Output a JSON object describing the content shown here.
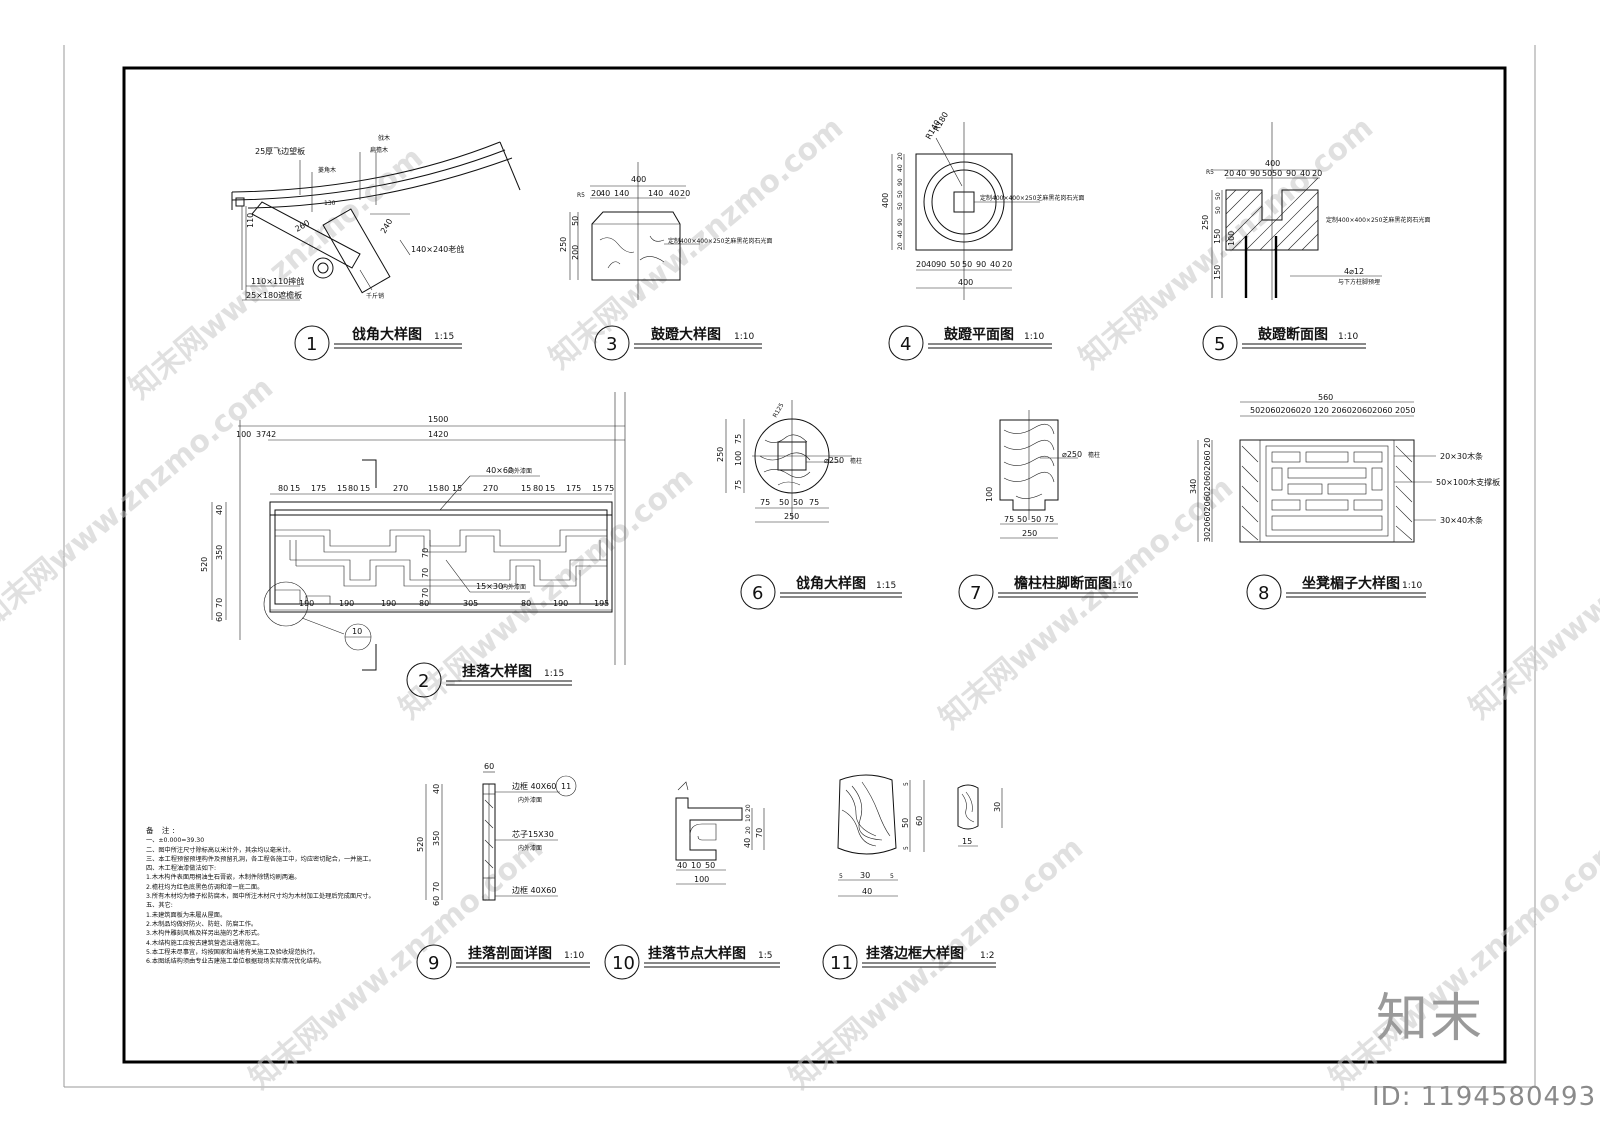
{
  "watermark": "知末网www.znzmo.com",
  "brand": "知末",
  "image_id": "ID: 1194580493",
  "details": [
    {
      "no": "1",
      "title": "戗角大样图",
      "scale": "1:15"
    },
    {
      "no": "3",
      "title": "鼓蹬大样图",
      "scale": "1:10"
    },
    {
      "no": "4",
      "title": "鼓蹬平面图",
      "scale": "1:10"
    },
    {
      "no": "5",
      "title": "鼓蹬断面图",
      "scale": "1:10"
    },
    {
      "no": "2",
      "title": "挂落大样图",
      "scale": "1:15"
    },
    {
      "no": "6",
      "title": "戗角大样图",
      "scale": "1:15"
    },
    {
      "no": "7",
      "title": "檐柱柱脚断面图",
      "scale": "1:10"
    },
    {
      "no": "8",
      "title": "坐凳楣子大样图",
      "scale": "1:10"
    },
    {
      "no": "9",
      "title": "挂落剖面详图",
      "scale": "1:10"
    },
    {
      "no": "10",
      "title": "挂落节点大样图",
      "scale": "1:5"
    },
    {
      "no": "11",
      "title": "挂落边框大样图",
      "scale": "1:2"
    }
  ],
  "d1": {
    "labels": [
      "25厚飞边望板",
      "菱角木",
      "扁檐木",
      "戗木",
      "110",
      "260",
      "130",
      "240",
      "140×240老戗",
      "110×110摔戗",
      "25×180遮檐板",
      "千斤销"
    ]
  },
  "d3": {
    "dims_top": [
      "400",
      "20",
      "40",
      "140",
      "140",
      "40",
      "20"
    ],
    "r": "R5",
    "dims_left": [
      "250",
      "50",
      "200"
    ],
    "note": "定制400×400×250芝麻黑花岗石光面"
  },
  "d4": {
    "r1": "R180",
    "r2": "R140",
    "dims_left": [
      "400",
      "20",
      "40",
      "90",
      "50",
      "50",
      "90",
      "40",
      "20"
    ],
    "dims_bottom": [
      "20",
      "40",
      "90",
      "50",
      "50",
      "90",
      "40",
      "20"
    ],
    "overall": "400",
    "note": "定制400×400×250芝麻黑花岗石光面"
  },
  "d5": {
    "dims_top": [
      "400",
      "R5",
      "20",
      "40",
      "90",
      "50",
      "50",
      "90",
      "40",
      "20"
    ],
    "dims_left": [
      "250",
      "50",
      "50",
      "150",
      "100",
      "150"
    ],
    "note": "定制400×400×250芝麻黑花岗石光面",
    "rebar": "4⌀12",
    "rebar_note": "与下方柱脚预埋"
  },
  "d2": {
    "overall": "1500",
    "inner": "1420",
    "left_dims": [
      "100",
      "37",
      "42"
    ],
    "top_dims": [
      "80",
      "15",
      "175",
      "15",
      "80",
      "15",
      "270",
      "15",
      "80",
      "15",
      "270",
      "15",
      "80",
      "15",
      "175",
      "15",
      "75"
    ],
    "height_dims": [
      "520",
      "40",
      "350",
      "60",
      "70"
    ],
    "inner_h": [
      "70",
      "70",
      "70"
    ],
    "bottom_dims": [
      "190",
      "190",
      "190",
      "80",
      "305",
      "80",
      "190",
      "195"
    ],
    "lbl_top": "40×60",
    "lbl_top_note": "内外漆面",
    "lbl_mid": "15×30",
    "lbl_mid_note": "内外漆面",
    "callout": "10"
  },
  "d6": {
    "r": "R125",
    "dims_left": [
      "250",
      "75",
      "100",
      "75"
    ],
    "dims_bottom": [
      "75",
      "50",
      "50",
      "75",
      "250"
    ],
    "note": "⌀250",
    "note2": "檐柱"
  },
  "d7": {
    "note": "⌀250",
    "note2": "檐柱",
    "dim_left": "100",
    "dims_bottom": [
      "75",
      "50",
      "50",
      "75",
      "250"
    ]
  },
  "d8": {
    "overall": "560",
    "top_dims": "502060206020 120 206020602060 2050",
    "height": "340",
    "left_dims": "302060206020602060 20",
    "labels": [
      "20×30木条",
      "50×100木支撑板",
      "30×40木条"
    ]
  },
  "d9": {
    "top": "60",
    "dims_left": [
      "520",
      "40",
      "350",
      "60",
      "70"
    ],
    "labels": [
      "边框 40X60",
      "内外漆面",
      "芯子15X30",
      "内外漆面",
      "边框 40X60"
    ],
    "callout": "11"
  },
  "d10": {
    "dims_bottom": [
      "40",
      "10",
      "50",
      "100"
    ],
    "dims_right": [
      "20",
      "10",
      "20",
      "70",
      "40"
    ]
  },
  "d11": {
    "dims_right": [
      "5",
      "50",
      "60",
      "5"
    ],
    "dims_bottom": [
      "5",
      "30",
      "5",
      "40"
    ],
    "small_right": "30",
    "small_bottom": "15"
  },
  "notes": {
    "title": "备  注:",
    "lines": [
      "一、±0.000=39.30",
      "二、图中所注尺寸除标高以米计外，其余均以毫米计。",
      "三、本工程预留预埋构件及预留孔洞，各工程各施工中，均应密切配合，一并施工。",
      "四、木工程油漆做法如下:",
      "1.木木构件表面用桐油生石膏嵌，木制件除锈均刷两遍。",
      "2.檐柱均为红色底黑色仿调和漆一底二面。",
      "3.所有木材均为樟子松防腐木，图中所注木材尺寸均为木材加工处理后完成面尺寸。",
      "五、其它:",
      "1.未建筑面板为未履从屋面。",
      "2.木制品均做好防火、防蛀、防腐工作。",
      "3.木构件雕刻风格及样另出施的艺术形式。",
      "4.木结构施工应按古建筑营造法通常施工。",
      "5.本工程未尽事宜，均按国家和当地有关施工及验收规范执行。",
      "6.本图纸结构须由专业古建施工单位根据现场实际情况优化结构。"
    ]
  }
}
